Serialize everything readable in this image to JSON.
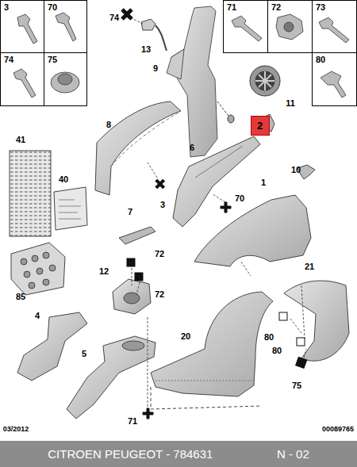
{
  "diagram": {
    "nodes": [
      {
        "text": [
          "3"
        ]
      },
      {
        "text": [
          "70"
        ]
      },
      {
        "text": [
          "74"
        ]
      },
      {
        "text": [
          "75"
        ]
      },
      {
        "text": [
          "71"
        ]
      },
      {
        "text": [
          "72"
        ]
      },
      {
        "text": [
          "73"
        ]
      },
      {
        "text": [
          "80"
        ]
      },
      {
        "text": [
          "2"
        ]
      },
      {
        "text": [
          "CITROEN PEUGEOT - 784631",
          "N - 02"
        ]
      }
    ],
    "labels": [
      "74",
      "13",
      "9",
      "11",
      "8",
      "6",
      "10",
      "41",
      "40",
      "1",
      "70",
      "3",
      "7",
      "72",
      "12",
      "72",
      "85",
      "4",
      "5",
      "20",
      "21",
      "80",
      "80",
      "75",
      "71",
      "03/2012",
      "00089765"
    ]
  }
}
